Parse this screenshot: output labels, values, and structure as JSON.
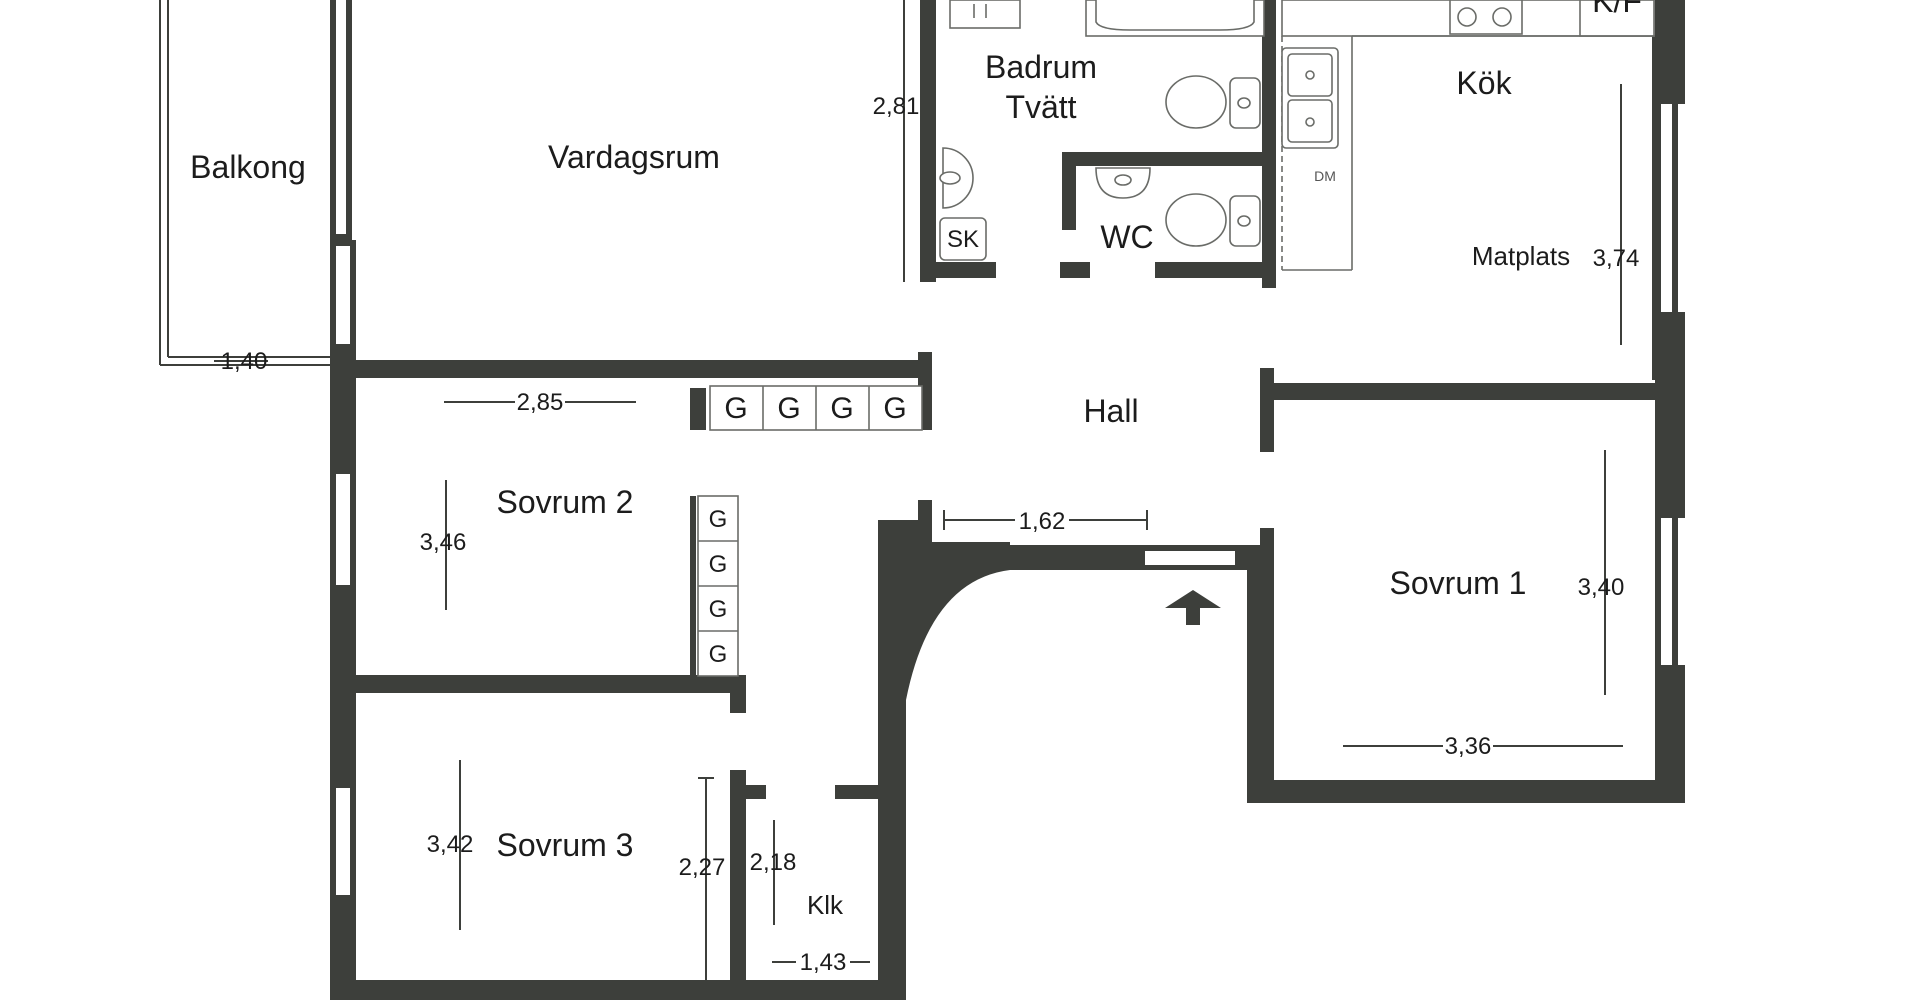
{
  "rooms": {
    "balkong": "Balkong",
    "vardagsrum": "Vardagsrum",
    "badrum": "Badrum",
    "tvatt": "Tvätt",
    "kok": "Kök",
    "matplats": "Matplats",
    "wc": "WC",
    "hall": "Hall",
    "sovrum1": "Sovrum 1",
    "sovrum2": "Sovrum 2",
    "sovrum3": "Sovrum 3",
    "klk": "Klk"
  },
  "fixtures": {
    "sk": "SK",
    "kf": "K/F",
    "dm": "DM",
    "wardrobe": "G"
  },
  "dimensions": {
    "balkong_width": "1,40",
    "badrum_height": "2,81",
    "matplats_height": "3,74",
    "sovrum2_width": "2,85",
    "sovrum2_height": "3,46",
    "hall_width": "1,62",
    "sovrum1_height": "3,40",
    "sovrum1_width": "3,36",
    "sovrum3_height": "3,42",
    "sovrum3_inner_height": "2,27",
    "klk_height": "2,18",
    "klk_width": "1,43"
  }
}
